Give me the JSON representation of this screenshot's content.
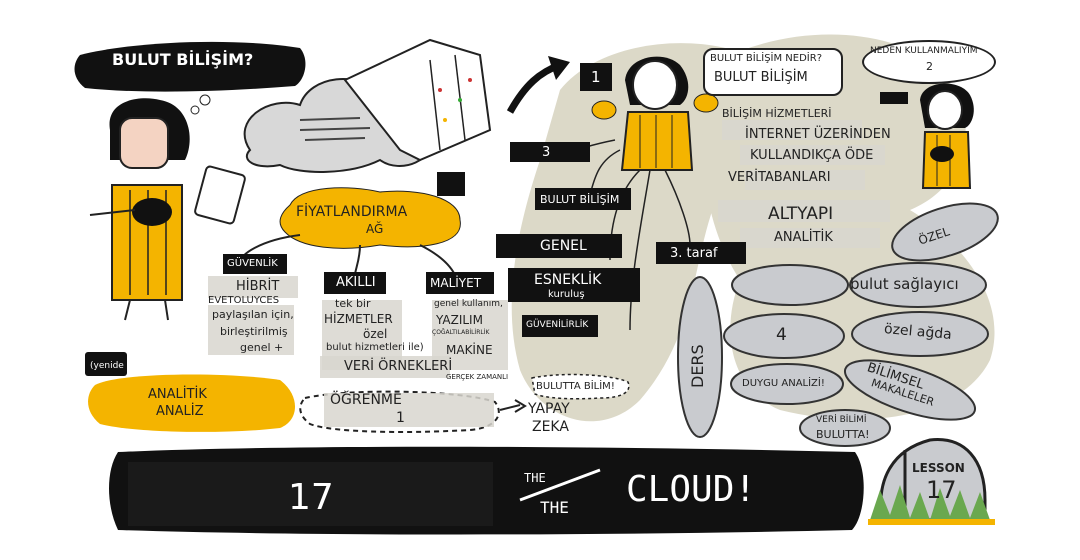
{
  "colors": {
    "accent_yellow": "#f4b400",
    "ink": "#111111",
    "paper": "#ffffff",
    "beige": "#dcd9c8",
    "pill_gray": "#c9cbcf"
  },
  "title": "BULUT BİLİŞİM?",
  "left_person_badge": "",
  "pricing": {
    "main": "FİYATLANDIRMA",
    "sub": "AĞ",
    "tag": ""
  },
  "left_tags": {
    "security": "GÜVENLİK",
    "smart": "AKILLI",
    "cost": "MALİYET"
  },
  "left_texts": {
    "hybrid": "HİBRİT",
    "hybrid_sub": "EVETOLUYCES",
    "shared": "paylaşılan için,",
    "shared2": "birleştirilmiş",
    "shared3": "genel +",
    "single": "tek bir",
    "services": "HİZMETLER",
    "private": "özel",
    "private_services": "bulut hizmetleri ile)",
    "general_use": "genel kullanım,",
    "software": "YAZILIM",
    "software_sub": "ÇOĞALTILABİLİRLİK",
    "machine": "MAKİNE",
    "data_samples": "VERİ ÖRNEKLERİ",
    "real_time": "GERÇEK ZAMANLI",
    "learning": "ÖĞRENME",
    "learning_num": "1"
  },
  "analytics": {
    "line1": "ANALİTİK",
    "line2": "ANALİZ",
    "badge": "(yenide"
  },
  "ai": {
    "bubble": "BULUTTA BİLİM!",
    "line1": "YAPAY",
    "line2": "ZEKA"
  },
  "center": {
    "num1": "1",
    "num3": "3",
    "cloud_computing": "BULUT BİLİŞİM",
    "general": "GENEL",
    "third_party": "3. taraf",
    "elasticity": "ESNEKLİK",
    "deployment": "kuruluş",
    "reliability": "GÜVENİLİRLİK"
  },
  "right_top": {
    "bubble_line1": "BULUT BİLİŞİM NEDİR?",
    "bubble_line2": "BULUT BİLİŞİM",
    "why_line1": "NEDEN KULLANMALIYIM",
    "why_line2": "2",
    "services": "BİLİŞİM HİZMETLERİ",
    "internet": "İNTERNET ÜZERİNDEN",
    "pay": "KULLANDIKÇA ÖDE",
    "databases": "VERİTABANLARI",
    "infrastructure": "ALTYAPI",
    "analytics": "ANALİTİK",
    "private": "ÖZEL",
    "person_badge": ""
  },
  "right_pills": {
    "provider": "bulut sağlayıcı",
    "four": "4",
    "private_net": "özel ağda",
    "lesson": "DERS",
    "sentiment": "DUYGU ANALİZİ!",
    "science": "BİLİMSEL",
    "articles": "MAKALELER",
    "ds_line1": "VERİ BİLİMİ",
    "ds_line2": "BULUTTA!"
  },
  "banner": {
    "number": "17",
    "the1": "THE",
    "the2": "THE",
    "cloud": "CLOUD!",
    "lesson_label": "LESSON",
    "lesson_num": "17"
  }
}
